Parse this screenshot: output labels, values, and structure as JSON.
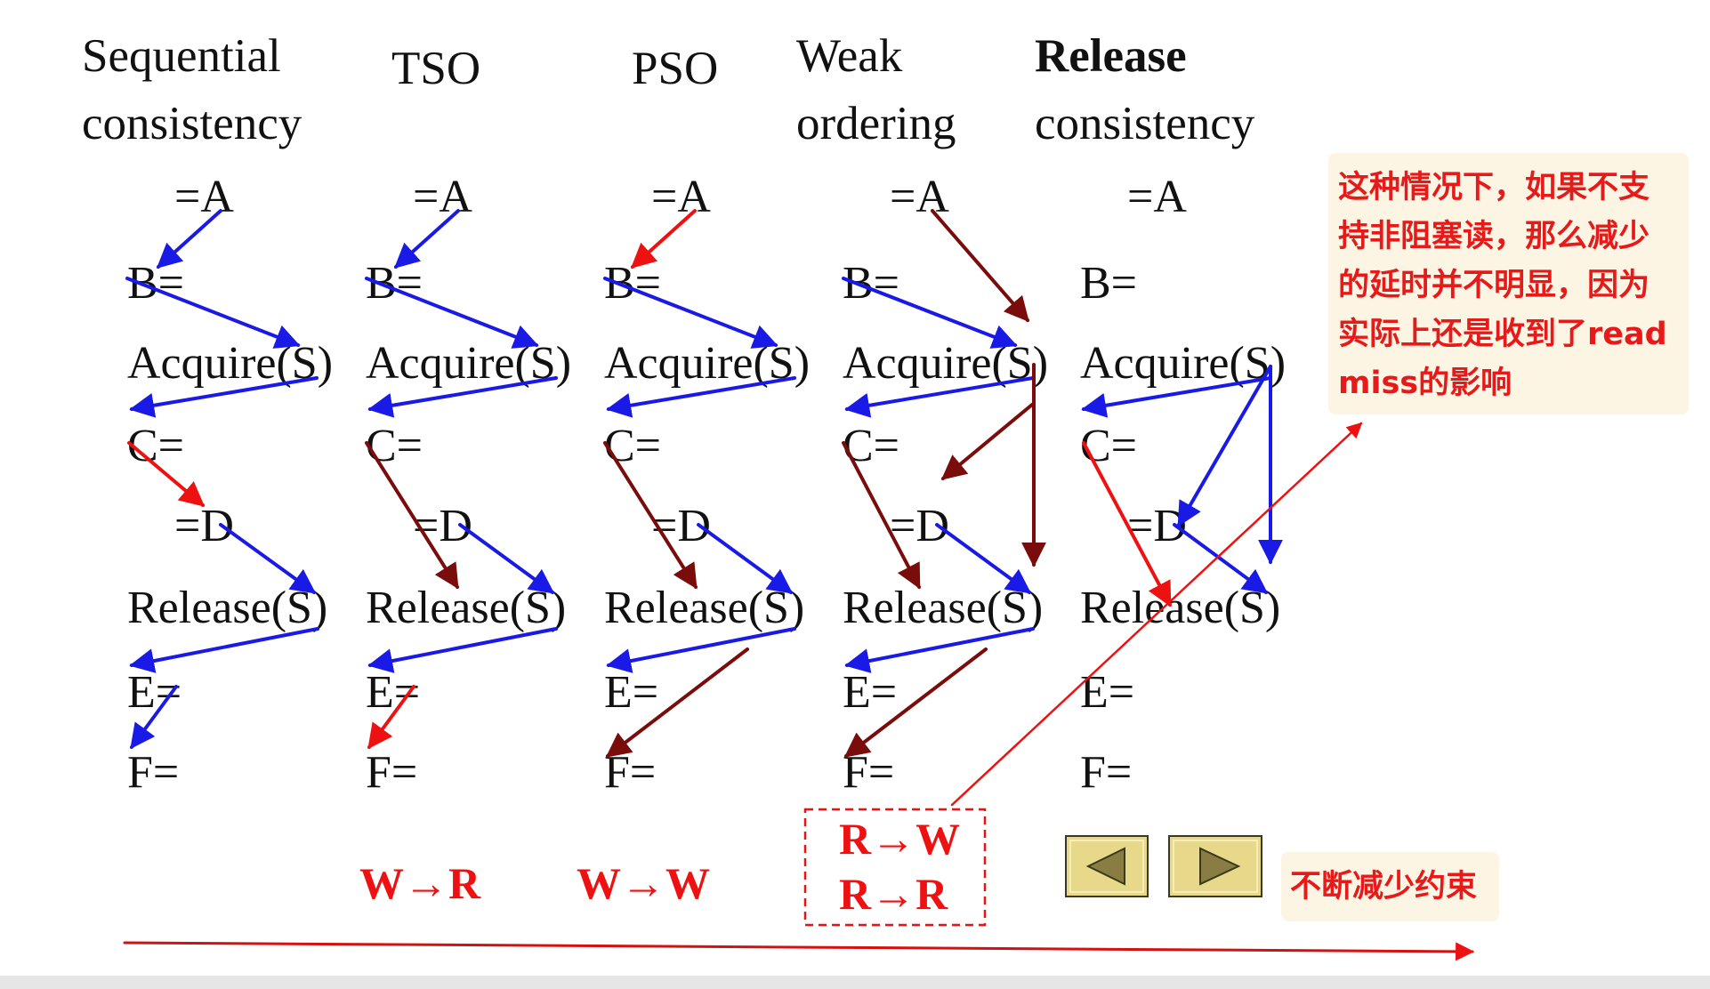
{
  "columns": [
    {
      "id": "sc",
      "title_lines": [
        "Sequential",
        "consistency"
      ],
      "bold": false
    },
    {
      "id": "tso",
      "title_lines": [
        "TSO"
      ],
      "bold": false
    },
    {
      "id": "pso",
      "title_lines": [
        "PSO"
      ],
      "bold": false
    },
    {
      "id": "wo",
      "title_lines": [
        "Weak",
        "ordering"
      ],
      "bold": false
    },
    {
      "id": "rc",
      "title_lines": [
        "Release",
        "consistency"
      ],
      "bold": true
    }
  ],
  "ops": [
    "=A",
    "B=",
    "Acquire(S)",
    "C=",
    "=D",
    "Release(S)",
    "E=",
    "F="
  ],
  "relaxations": [
    {
      "col": "tso",
      "lines": [
        "W→R"
      ]
    },
    {
      "col": "pso",
      "lines": [
        "W→W"
      ]
    },
    {
      "col": "wo",
      "lines": [
        "R→W",
        "R→R"
      ],
      "boxed": true
    }
  ],
  "note": {
    "lines": [
      "这种情况下，如果不支",
      "持非阻塞读，那么减少",
      "的延时并不明显，因为",
      "实际上还是收到了read",
      "miss的影响"
    ]
  },
  "progress_label": "不断减少约束",
  "nav": {
    "prev_icon": "prev-triangle-icon",
    "next_icon": "next-triangle-icon"
  },
  "colors": {
    "blue": "#1a1ae6",
    "red": "#ee1111",
    "darkred": "#7a0c0c",
    "note_bg": "#fdf5e3",
    "nav_fill": "#e8d88a"
  }
}
